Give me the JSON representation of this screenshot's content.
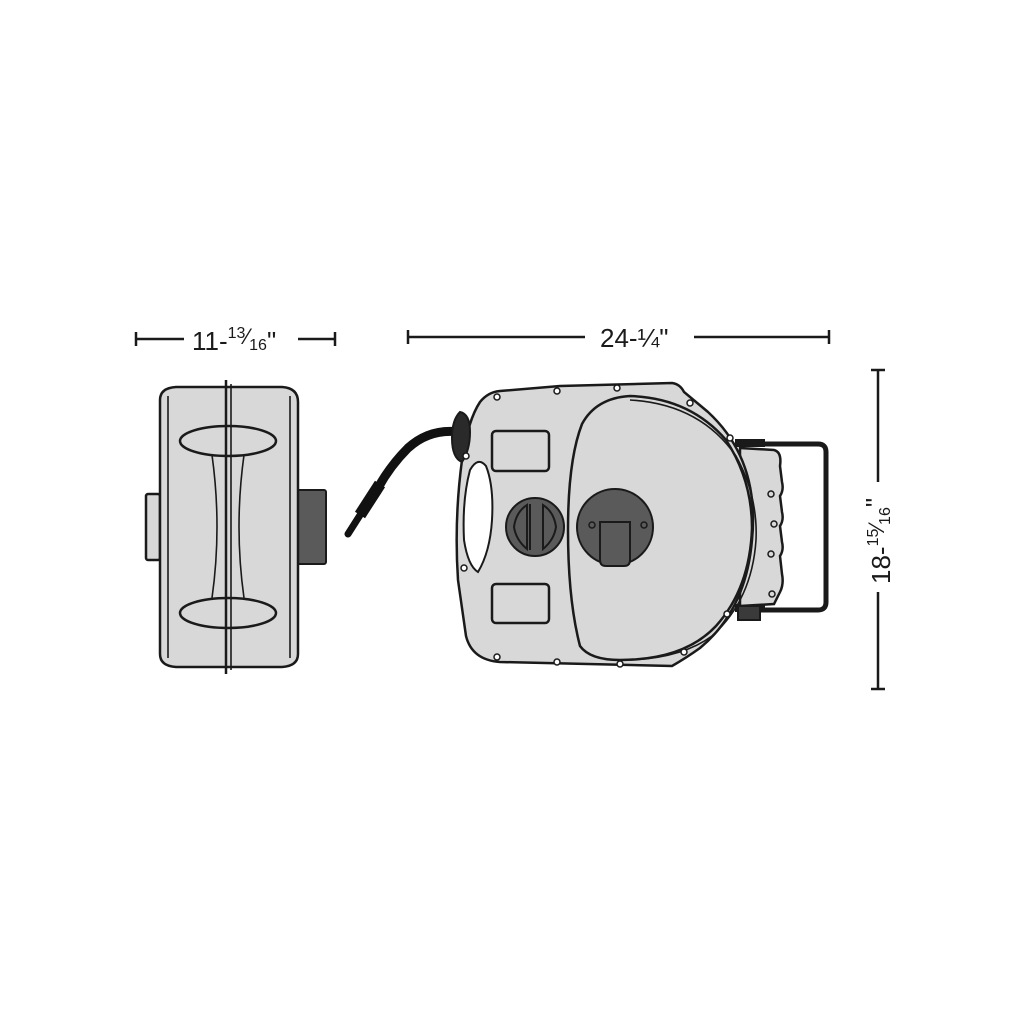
{
  "dimensions": {
    "depth": {
      "main": "11-",
      "sup": "13",
      "slash": "⁄",
      "sub": "16",
      "unit": "\""
    },
    "width": {
      "label": "24-¼\""
    },
    "height": {
      "main": "18-",
      "sup": "15",
      "slash": "⁄",
      "sub": "16",
      "unit": "\""
    }
  },
  "colors": {
    "body": "#d8d8d8",
    "dark": "#5a5a5a",
    "outline": "#1a1a1a",
    "hose": "#111111"
  },
  "icons": [
    "side-view-reel",
    "front-view-reel",
    "hose",
    "mounting-bracket"
  ]
}
